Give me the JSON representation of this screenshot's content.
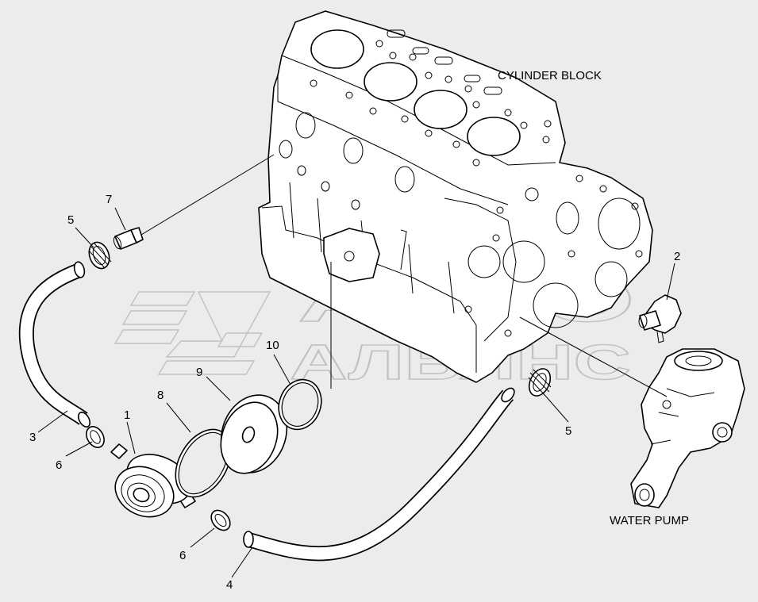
{
  "captions": {
    "cylinder_block": "CYLINDER BLOCK",
    "water_pump": "WATER PUMP"
  },
  "callouts": {
    "c1": "1",
    "c2": "2",
    "c3": "3",
    "c4": "4",
    "c5a": "5",
    "c5b": "5",
    "c6a": "6",
    "c6b": "6",
    "c7": "7",
    "c8": "8",
    "c9": "9",
    "c10": "10"
  },
  "watermark": {
    "line1": "АВТО",
    "line2": "АЛЬЯНС"
  },
  "colors": {
    "background": "#ececec",
    "ink": "#000000",
    "watermark": "#bdbdbd"
  }
}
